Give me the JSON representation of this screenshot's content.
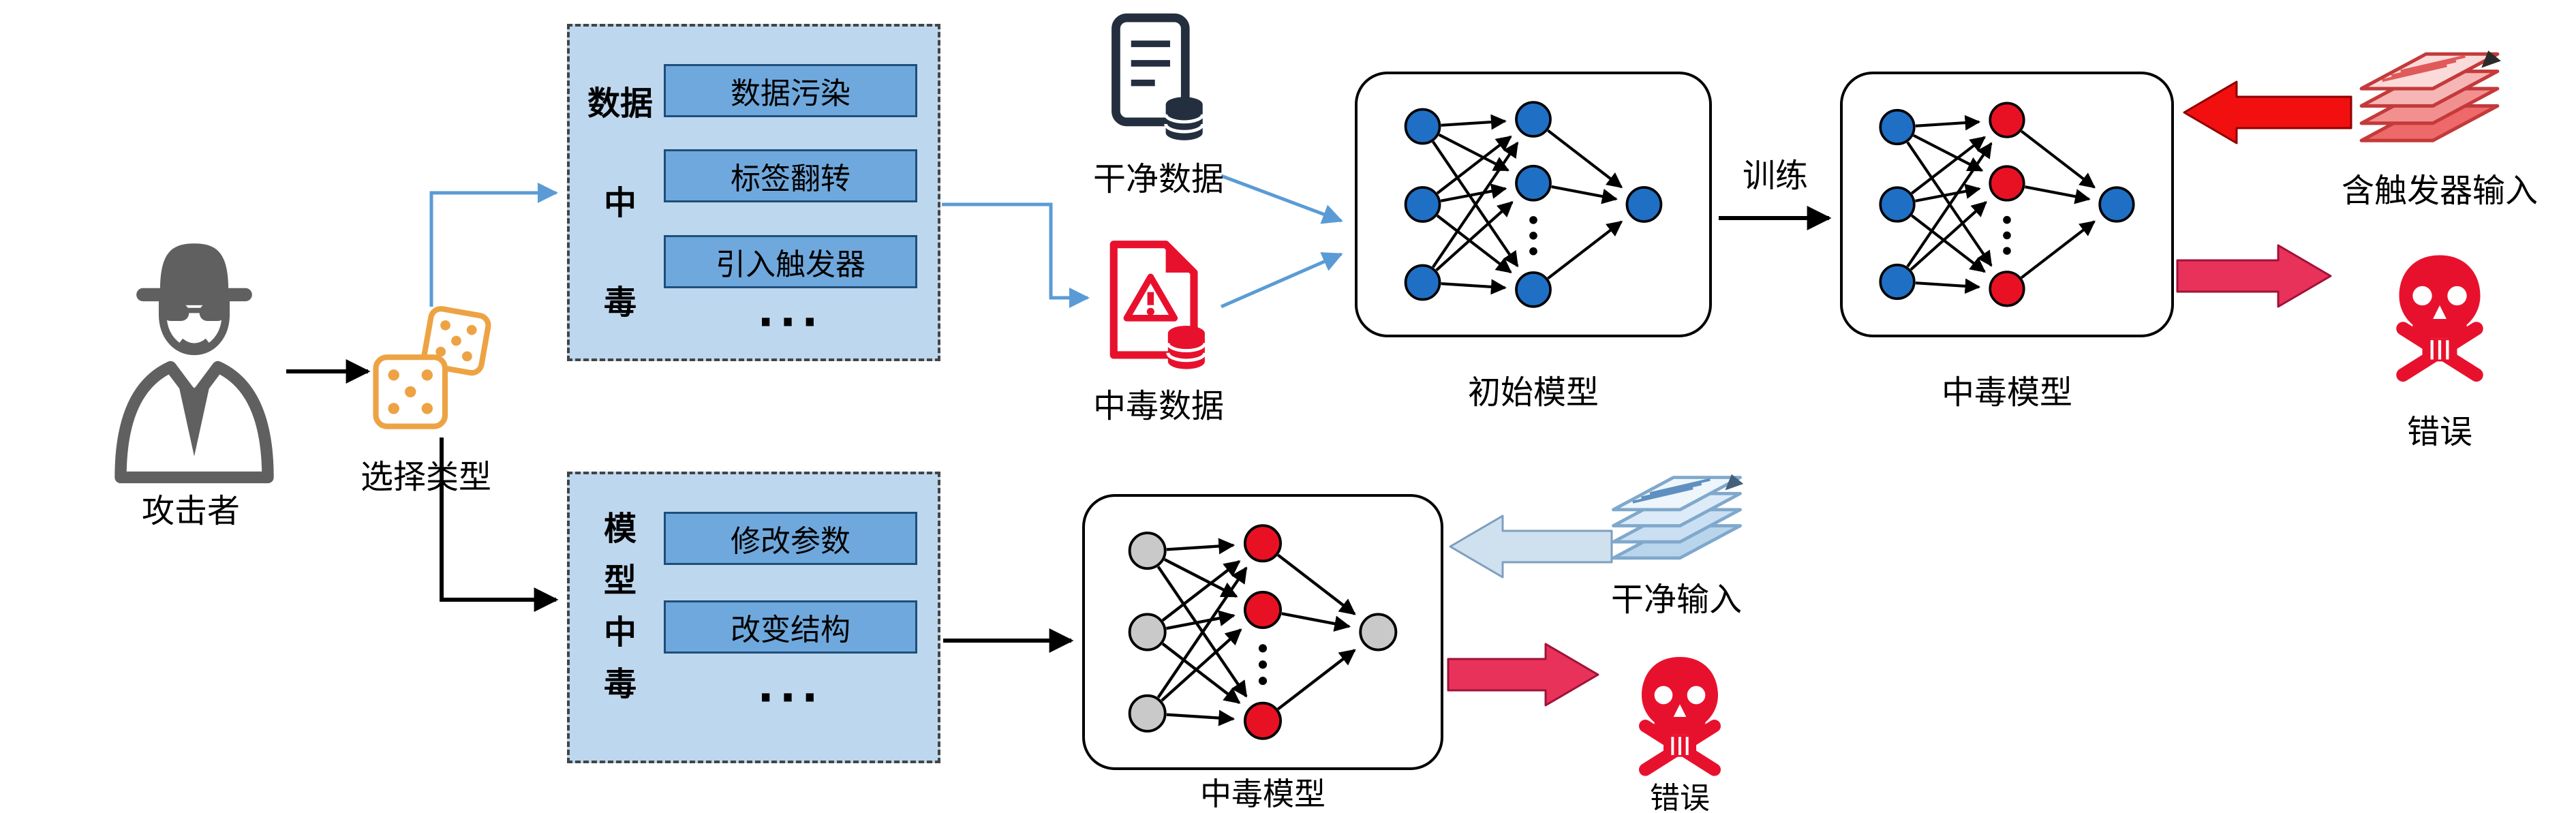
{
  "attacker": {
    "label": "攻击者"
  },
  "select_type": {
    "label": "选择类型"
  },
  "data_poisoning": {
    "title": "数据\n中\n毒",
    "items": [
      "数据污染",
      "标签翻转",
      "引入触发器"
    ],
    "more": "···"
  },
  "model_poisoning": {
    "title": "模\n型\n中\n毒",
    "items": [
      "修改参数",
      "改变结构"
    ],
    "more": "···"
  },
  "clean_data": {
    "label": "干净数据"
  },
  "poisoned_data": {
    "label": "中毒数据"
  },
  "initial_model": {
    "label": "初始模型"
  },
  "train": {
    "label": "训练"
  },
  "poisoned_model_top": {
    "label": "中毒模型"
  },
  "trigger_input": {
    "label": "含触发器输入"
  },
  "error_top": {
    "label": "错误"
  },
  "clean_input": {
    "label": "干净输入"
  },
  "poisoned_model_bottom": {
    "label": "中毒模型"
  },
  "error_bottom": {
    "label": "错误"
  },
  "colors": {
    "panel_fill": "#bdd7ee",
    "item_fill": "#6fa8dc",
    "flow_blue": "#5b9bd5",
    "node_blue": "#1f6fc4",
    "node_red": "#e81123",
    "node_gray": "#c9c9c9",
    "danger_red": "#e8112d",
    "error_arrow_pink": "#e8325a",
    "clean_arrow_fill": "#cfe0ef",
    "dice_orange": "#eda344"
  }
}
